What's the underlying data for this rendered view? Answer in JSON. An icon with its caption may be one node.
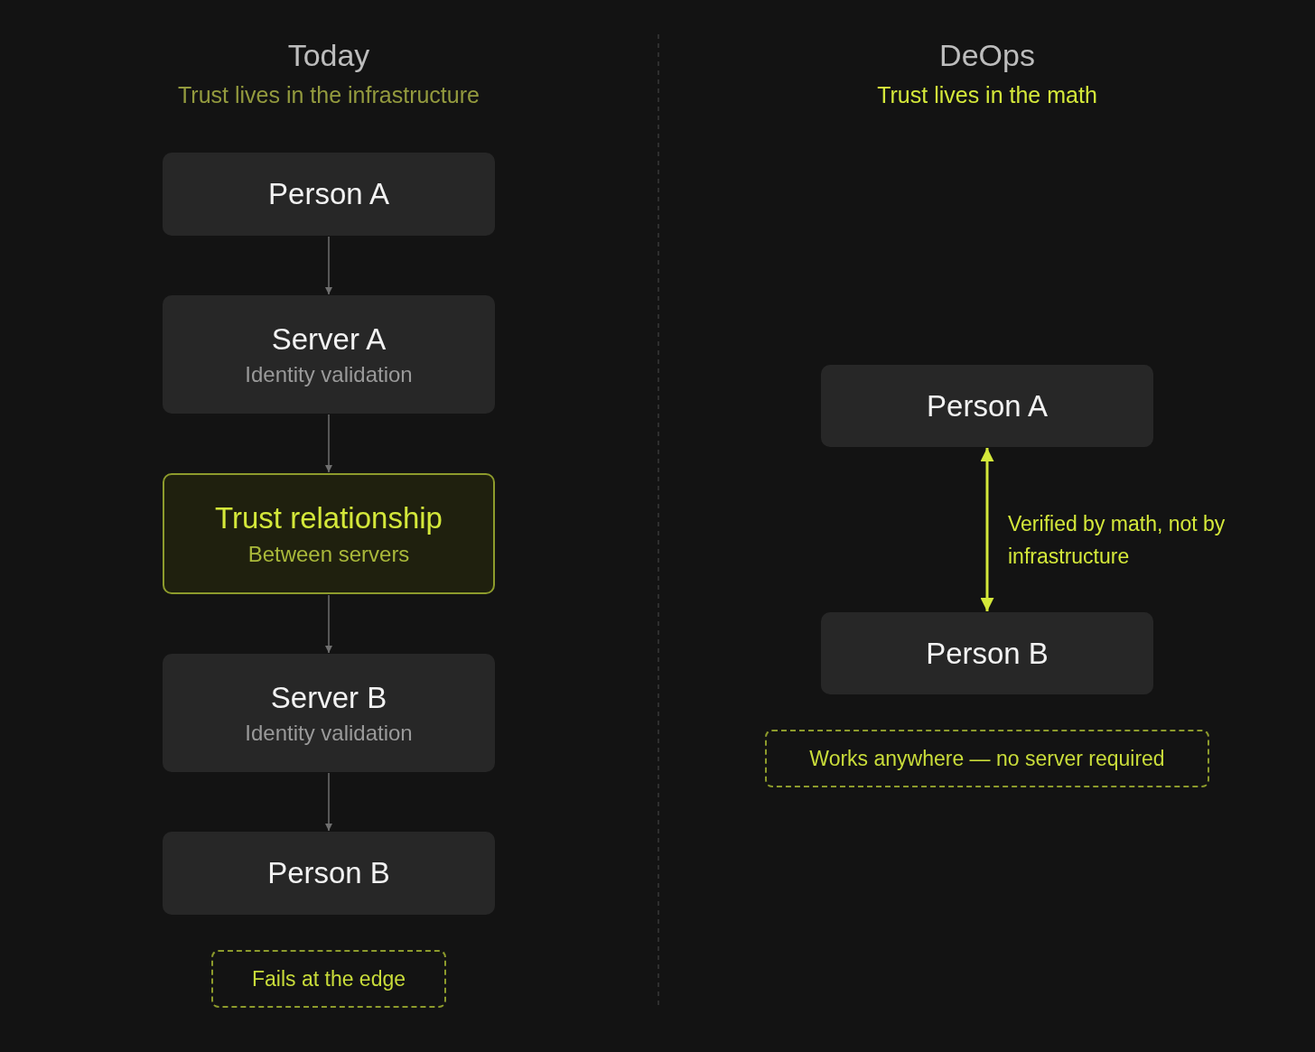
{
  "diagram": {
    "nodes": [
      {
        "text": [
          "Person A"
        ]
      },
      {
        "text": [
          "Server A",
          "Identity validation"
        ]
      },
      {
        "text": [
          "Trust relationship",
          "Between servers"
        ]
      },
      {
        "text": [
          "Server B",
          "Identity validation"
        ]
      },
      {
        "text": [
          "Person B"
        ]
      },
      {
        "text": [
          "Fails at the edge"
        ]
      },
      {
        "text": [
          "Person A"
        ]
      },
      {
        "text": [
          "Person B"
        ]
      },
      {
        "text": [
          "Works anywhere — no server required"
        ]
      }
    ],
    "edges": [
      {
        "from": 0,
        "to": 1,
        "arrow": "to"
      },
      {
        "from": 1,
        "to": 2,
        "arrow": "to"
      },
      {
        "from": 2,
        "to": 3,
        "arrow": "to"
      },
      {
        "from": 3,
        "to": 4,
        "arrow": "to"
      },
      {
        "from": 6,
        "to": 7,
        "arrow": "both",
        "label": "Verified by math, not by infrastructure",
        "color": "#d4e83a"
      }
    ],
    "labels": [
      "Today",
      "Trust lives in the infrastructure",
      "DeOps",
      "Trust lives in the math"
    ]
  }
}
